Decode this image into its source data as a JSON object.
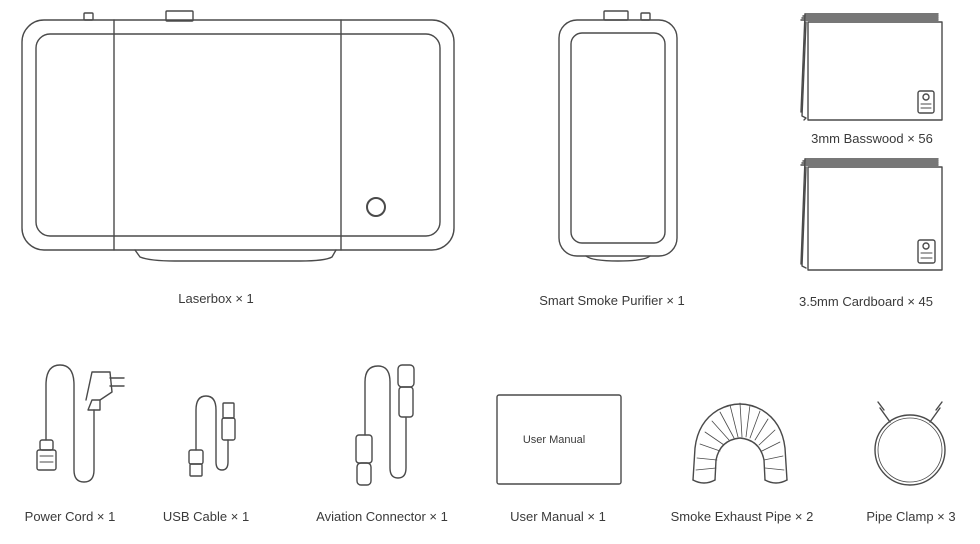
{
  "items": {
    "laserbox": "Laserbox × 1",
    "smoke_purifier": "Smart Smoke Purifier × 1",
    "basswood": "3mm Basswood × 56",
    "cardboard": "3.5mm Cardboard × 45",
    "power_cord": "Power Cord × 1",
    "usb_cable": "USB Cable × 1",
    "aviation_connector": "Aviation Connector × 1",
    "user_manual": "User Manual × 1",
    "exhaust_pipe": "Smoke Exhaust Pipe × 2",
    "pipe_clamp": "Pipe Clamp × 3"
  },
  "manual_cover_text": "User Manual",
  "icons": [
    "laserbox-icon",
    "smoke-purifier-icon",
    "basswood-stack-icon",
    "cardboard-stack-icon",
    "power-cord-icon",
    "usb-cable-icon",
    "aviation-connector-icon",
    "user-manual-icon",
    "exhaust-pipe-icon",
    "pipe-clamp-icon"
  ],
  "colors": {
    "line": "#4a4a4a",
    "text": "#3a3a3a",
    "background": "#ffffff"
  }
}
